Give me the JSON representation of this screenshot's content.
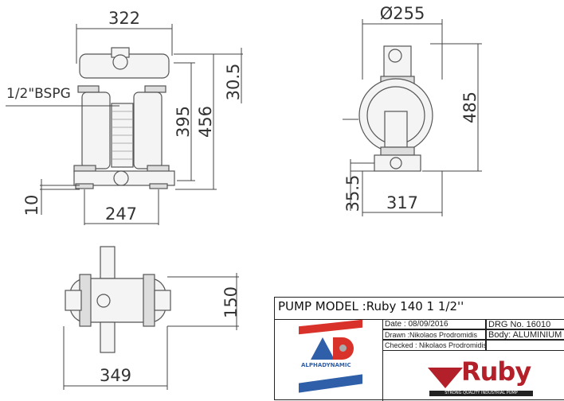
{
  "front_view": {
    "width": "322",
    "port_label": "1/2\"BSPG",
    "height_395": "395",
    "height_456": "456",
    "offset_30_5": "30.5",
    "foot_10": "10",
    "foot_spacing": "247"
  },
  "side_view": {
    "diameter": "Ø255",
    "height": "485",
    "base_offset": "35.5",
    "depth": "317"
  },
  "bottom_view": {
    "depth": "150",
    "width": "349"
  },
  "title_block": {
    "title": "PUMP MODEL :Ruby 140  1 1/2''",
    "date": "Date : 08/09/2016",
    "drg_no": "DRG No. 16010",
    "drawn": "Drawn :Nikolaos Prodromidis",
    "body": "Body: ALUMINIUM",
    "checked": "Checked : Nikolaos Prodromidis",
    "company_logo_text": "ALPHADYNAMIC",
    "brand_logo_text": "Ruby",
    "brand_tagline": "STRONG QUALITY INDUSTRIAL PUMP",
    "colors": {
      "alpha_red": "#d9322b",
      "alpha_blue": "#2f5fa8",
      "ruby_red": "#b3202a"
    }
  }
}
